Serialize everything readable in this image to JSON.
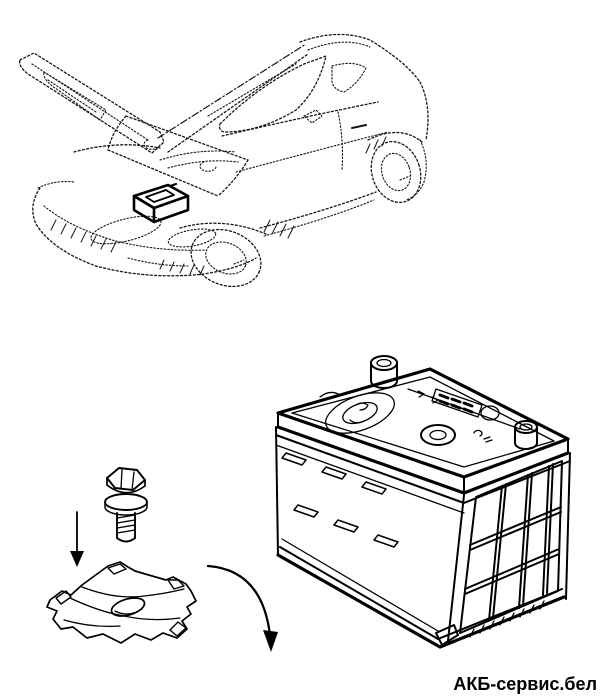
{
  "page": {
    "background": "#ffffff",
    "ink_color": "#000000"
  },
  "caption": {
    "text": "АКБ-сервис.бел",
    "color": "#000000"
  },
  "illustration": {
    "parts": [
      {
        "id": "car-with-open-hood",
        "label": "sketched hatchback car with open hood"
      },
      {
        "id": "battery-location-marker",
        "label": "bold battery location box in engine bay"
      },
      {
        "id": "hex-bolt-icon",
        "label": "hex bolt with washer"
      },
      {
        "id": "down-arrow-icon",
        "label": "straight arrow pointing down"
      },
      {
        "id": "hold-down-bracket-icon",
        "label": "battery hold-down bracket with oval hole"
      },
      {
        "id": "curved-arrow-icon",
        "label": "curved arrow pointing down-right"
      },
      {
        "id": "car-battery-illustration",
        "label": "car battery with two terminals and ribbed side"
      }
    ]
  }
}
